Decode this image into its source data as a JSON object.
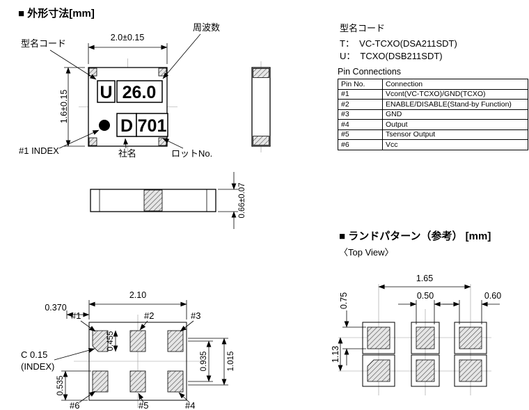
{
  "sections": {
    "outline_title": "■ 外形寸法[mm]",
    "land_title": "■ ランドパターン（参考） [mm]",
    "top_view_label": "〈Top View〉"
  },
  "model_code": {
    "title": "型名コード",
    "line1": "T：  VC-TCXO(DSA211SDT)",
    "line2": "U：  TCXO(DSB211SDT)"
  },
  "pin_table": {
    "title": "Pin Connections",
    "col1": "Pin No.",
    "col2": "Connection",
    "rows": [
      {
        "pin": "#1",
        "connection": "Vcont(VC-TCXO)/GND(TCXO)"
      },
      {
        "pin": "#2",
        "connection": "ENABLE/DISABLE(Stand-by Function)"
      },
      {
        "pin": "#3",
        "connection": "GND"
      },
      {
        "pin": "#4",
        "connection": "Output"
      },
      {
        "pin": "#5",
        "connection": "Tsensor Output"
      },
      {
        "pin": "#6",
        "connection": "Vcc"
      }
    ]
  },
  "outline": {
    "dim_width": "2.0±0.15",
    "dim_height": "1.6±0.15",
    "dim_thickness": "0.66±0.07",
    "label_model_code": "型名コード",
    "label_frequency": "周波数",
    "label_index": "#1 INDEX",
    "label_company": "社名",
    "label_lot": "ロットNo.",
    "mark_u": "U",
    "mark_freq": "26.0",
    "mark_d": "D",
    "mark_lot": "701"
  },
  "footprint": {
    "dim_width": "2.10",
    "dim_offset_x": "0.370",
    "dim_pad": "0.455",
    "dim_offset_y": "0.535",
    "dim_span_inner": "0.935",
    "dim_span_outer": "1.015",
    "chamfer_line1": "C 0.15",
    "chamfer_line2": "(INDEX)",
    "pin1": "#1",
    "pin2": "#2",
    "pin3": "#3",
    "pin4": "#4",
    "pin5": "#5",
    "pin6": "#6"
  },
  "land": {
    "dim_pitch_x": "1.65",
    "dim_pad_w_mid": "0.50",
    "dim_pad_w_right": "0.60",
    "dim_pad_h": "0.75",
    "dim_pitch_y": "1.13"
  }
}
